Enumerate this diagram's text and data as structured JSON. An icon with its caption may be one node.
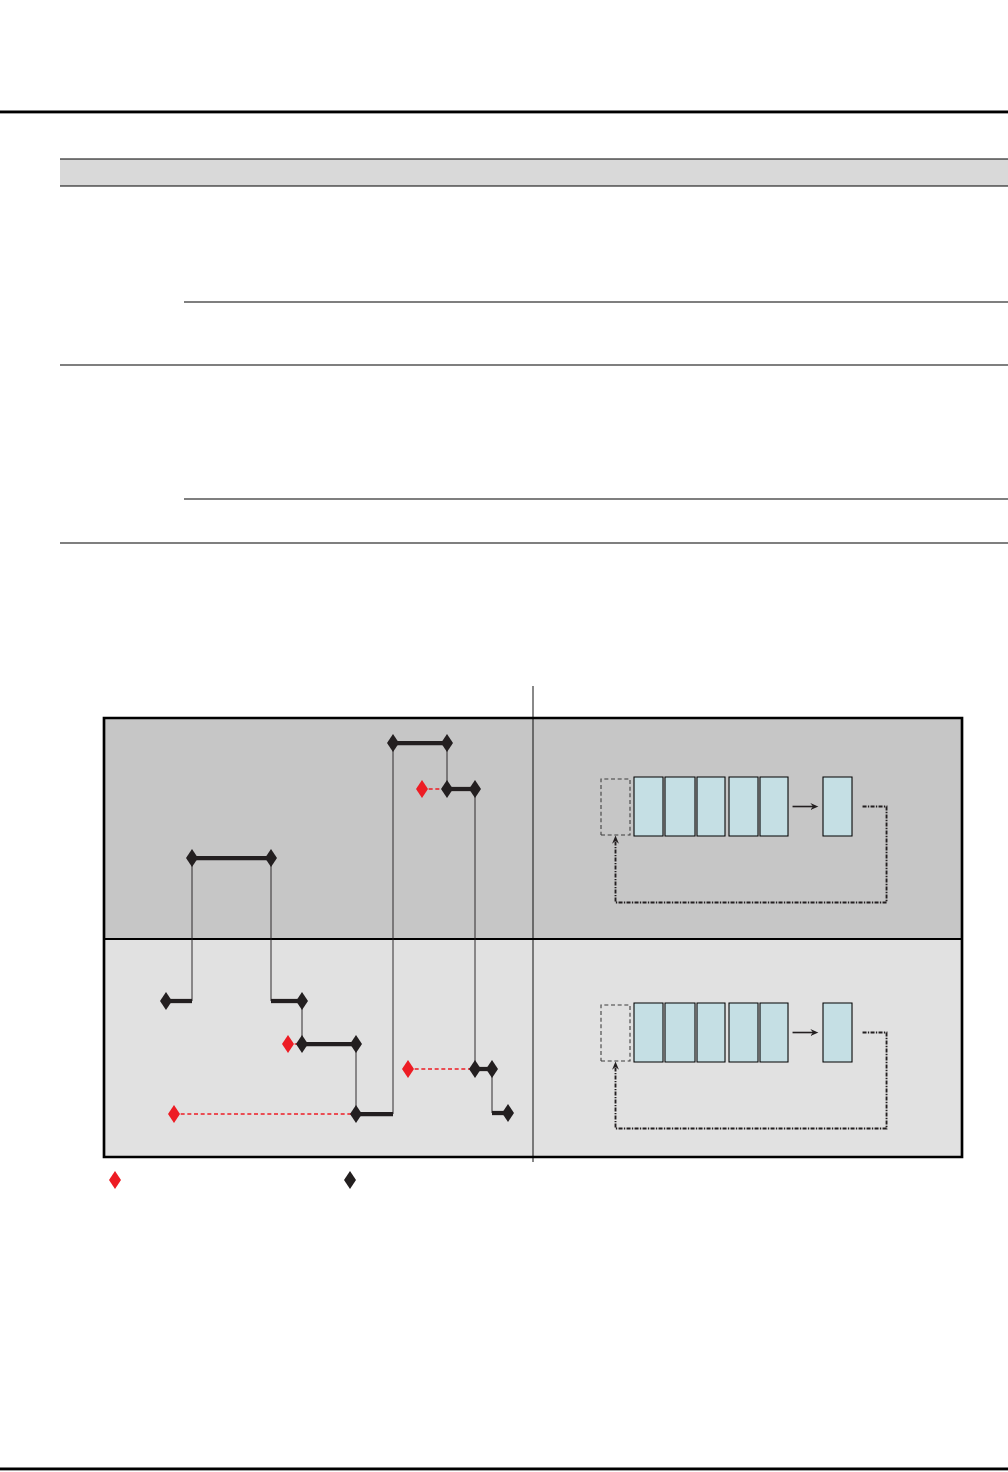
{
  "diagram": {
    "nodes": [
      {
        "text": [],
        "shape": "box"
      },
      {
        "text": [],
        "shape": "box"
      },
      {
        "text": [],
        "shape": "box"
      },
      {
        "text": [],
        "shape": "box"
      },
      {
        "text": [],
        "shape": "box"
      },
      {
        "text": [],
        "shape": "box"
      },
      {
        "text": [],
        "shape": "box"
      },
      {
        "text": [],
        "shape": "box"
      },
      {
        "text": [],
        "shape": "box"
      },
      {
        "text": [],
        "shape": "box"
      },
      {
        "text": [],
        "shape": "box"
      },
      {
        "text": [],
        "shape": "box"
      },
      {
        "text": [],
        "shape": "box"
      },
      {
        "text": [],
        "shape": "box"
      }
    ],
    "edges": [
      {
        "from": 5,
        "to": 6,
        "arrow": "to"
      },
      {
        "from": 6,
        "to": 0,
        "arrow": "to",
        "style": "dashed"
      },
      {
        "from": 12,
        "to": 13,
        "arrow": "to"
      },
      {
        "from": 13,
        "to": 7,
        "arrow": "to",
        "style": "dashed"
      }
    ]
  }
}
